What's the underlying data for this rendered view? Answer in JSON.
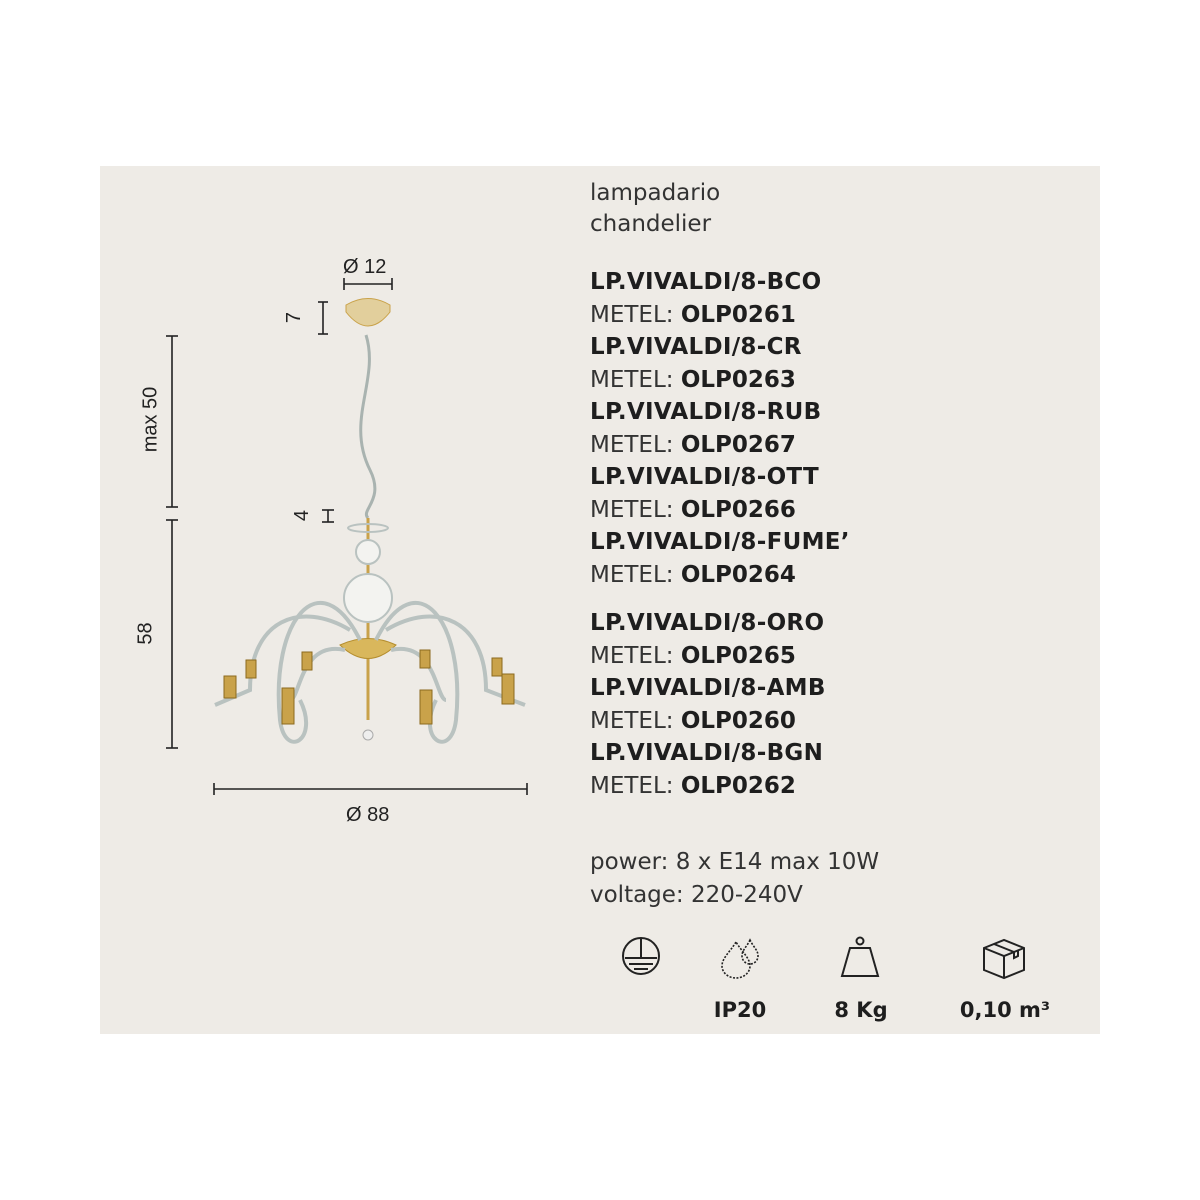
{
  "header": {
    "title_it": "lampadario",
    "title_en": "chandelier"
  },
  "models": [
    {
      "code": "LP.VIVALDI/8-BCO",
      "metel_label": "METEL:",
      "metel": "OLP0261"
    },
    {
      "code": "LP.VIVALDI/8-CR",
      "metel_label": "METEL:",
      "metel": "OLP0263"
    },
    {
      "code": "LP.VIVALDI/8-RUB",
      "metel_label": "METEL:",
      "metel": "OLP0267"
    },
    {
      "code": "LP.VIVALDI/8-OTT",
      "metel_label": "METEL:",
      "metel": "OLP0266"
    },
    {
      "code": "LP.VIVALDI/8-FUME’",
      "metel_label": "METEL:",
      "metel": "OLP0264"
    },
    {
      "code": "LP.VIVALDI/8-ORO",
      "metel_label": "METEL:",
      "metel": "OLP0265"
    },
    {
      "code": "LP.VIVALDI/8-AMB",
      "metel_label": "METEL:",
      "metel": "OLP0260"
    },
    {
      "code": "LP.VIVALDI/8-BGN",
      "metel_label": "METEL:",
      "metel": "OLP0262"
    }
  ],
  "specs": {
    "power": "power: 8 x E14 max 10W",
    "voltage": "voltage: 220-240V"
  },
  "icons": [
    {
      "icon": "earth-ground-icon",
      "label": ""
    },
    {
      "icon": "water-drops-icon",
      "label": "IP20"
    },
    {
      "icon": "weight-icon",
      "label": "8 Kg"
    },
    {
      "icon": "box-icon",
      "label": "0,10 m³"
    }
  ],
  "dimensions": {
    "canopy_diameter": "Ø 12",
    "canopy_height": "7",
    "cable": "max 50",
    "top_part": "4",
    "body_height": "58",
    "diameter": "Ø 88"
  },
  "colors": {
    "background": "#eeebe6",
    "gold": "#c9a24a",
    "glass": "#b9c2c0"
  }
}
